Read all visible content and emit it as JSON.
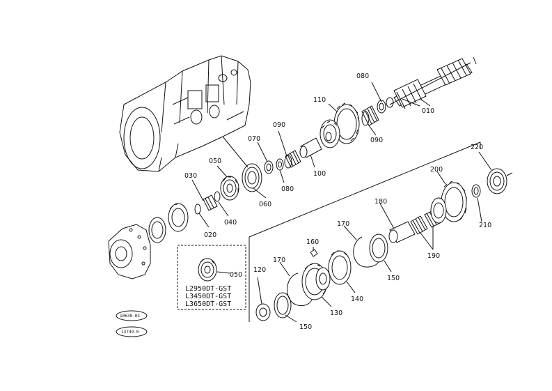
{
  "parts": [
    {
      "id": "010",
      "label": "010"
    },
    {
      "id": "020",
      "label": "020"
    },
    {
      "id": "030",
      "label": "030"
    },
    {
      "id": "040",
      "label": "040"
    },
    {
      "id": "050",
      "label": "050"
    },
    {
      "id": "060",
      "label": "060"
    },
    {
      "id": "070",
      "label": "070"
    },
    {
      "id": "080a",
      "label": "080"
    },
    {
      "id": "080b",
      "label": "080"
    },
    {
      "id": "090a",
      "label": "090"
    },
    {
      "id": "090b",
      "label": "090"
    },
    {
      "id": "100",
      "label": "100"
    },
    {
      "id": "110",
      "label": "110"
    },
    {
      "id": "120",
      "label": "120"
    },
    {
      "id": "130",
      "label": "130"
    },
    {
      "id": "140",
      "label": "140"
    },
    {
      "id": "150a",
      "label": "150"
    },
    {
      "id": "150b",
      "label": "150"
    },
    {
      "id": "160",
      "label": "160"
    },
    {
      "id": "170a",
      "label": "170"
    },
    {
      "id": "170b",
      "label": "170"
    },
    {
      "id": "180",
      "label": "180"
    },
    {
      "id": "190",
      "label": "190"
    },
    {
      "id": "200",
      "label": "200"
    },
    {
      "id": "210",
      "label": "210"
    },
    {
      "id": "220",
      "label": "220"
    }
  ],
  "inset": {
    "part_label": "050",
    "models": [
      "L2950DT-GST",
      "L3450DT-GST",
      "L3650DT-GST"
    ]
  },
  "refs": [
    "10638-03",
    "13749-0"
  ]
}
